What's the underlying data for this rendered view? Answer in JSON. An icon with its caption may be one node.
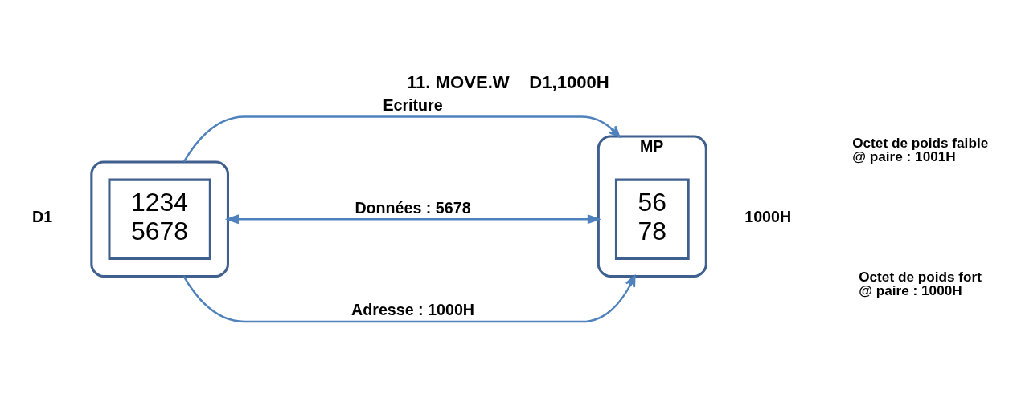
{
  "diagram": {
    "title": "11. MOVE.W    D1,1000H",
    "nodes": [
      {
        "text": [],
        "shape": "box",
        "beside": [
          "D1"
        ]
      },
      {
        "text": [
          "1234",
          "5678"
        ],
        "in": 0
      },
      {
        "text": [
          "MP"
        ],
        "beside": [
          "1000H"
        ]
      },
      {
        "text": [
          "56",
          "78"
        ],
        "in": 2
      }
    ],
    "edges": [
      {
        "from": 0,
        "to": 2,
        "arrow": "to",
        "label": "Ecriture"
      },
      {
        "from": 0,
        "to": 2,
        "arrow": "both",
        "label": "Données : 5678"
      },
      {
        "from": 0,
        "to": 2,
        "arrow": "to",
        "label": "Adresse : 1000H"
      }
    ],
    "labels": [
      "Octet de poids fort @ paire : 1000H",
      "Octet de poids faible @ paire : 1001H"
    ]
  }
}
